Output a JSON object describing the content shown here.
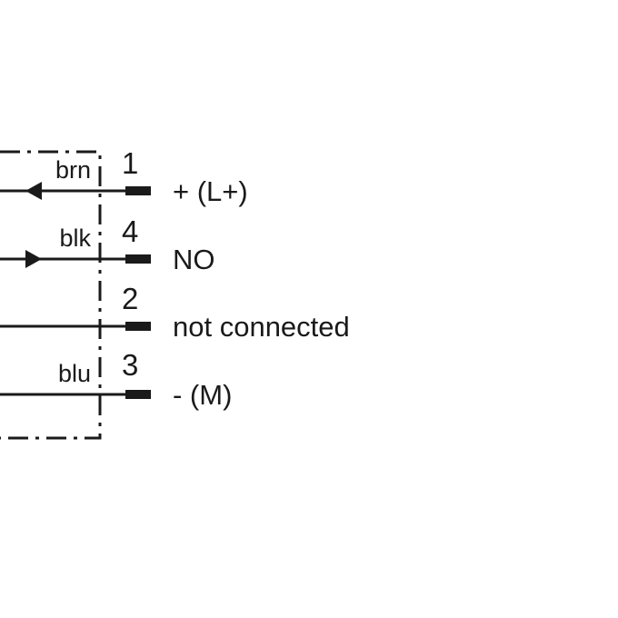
{
  "diagram": {
    "line_color": "#1a1a1a",
    "background": "#ffffff",
    "housing_border": "dash-dot",
    "rows": [
      {
        "wire_color": "brn",
        "pin": "1",
        "signal": "+ (L+)",
        "arrow": "left"
      },
      {
        "wire_color": "blk",
        "pin": "4",
        "signal": "NO",
        "arrow": "right"
      },
      {
        "wire_color": "",
        "pin": "2",
        "signal": "not connected",
        "arrow": "none"
      },
      {
        "wire_color": "blu",
        "pin": "3",
        "signal": "- (M)",
        "arrow": "none"
      }
    ]
  }
}
